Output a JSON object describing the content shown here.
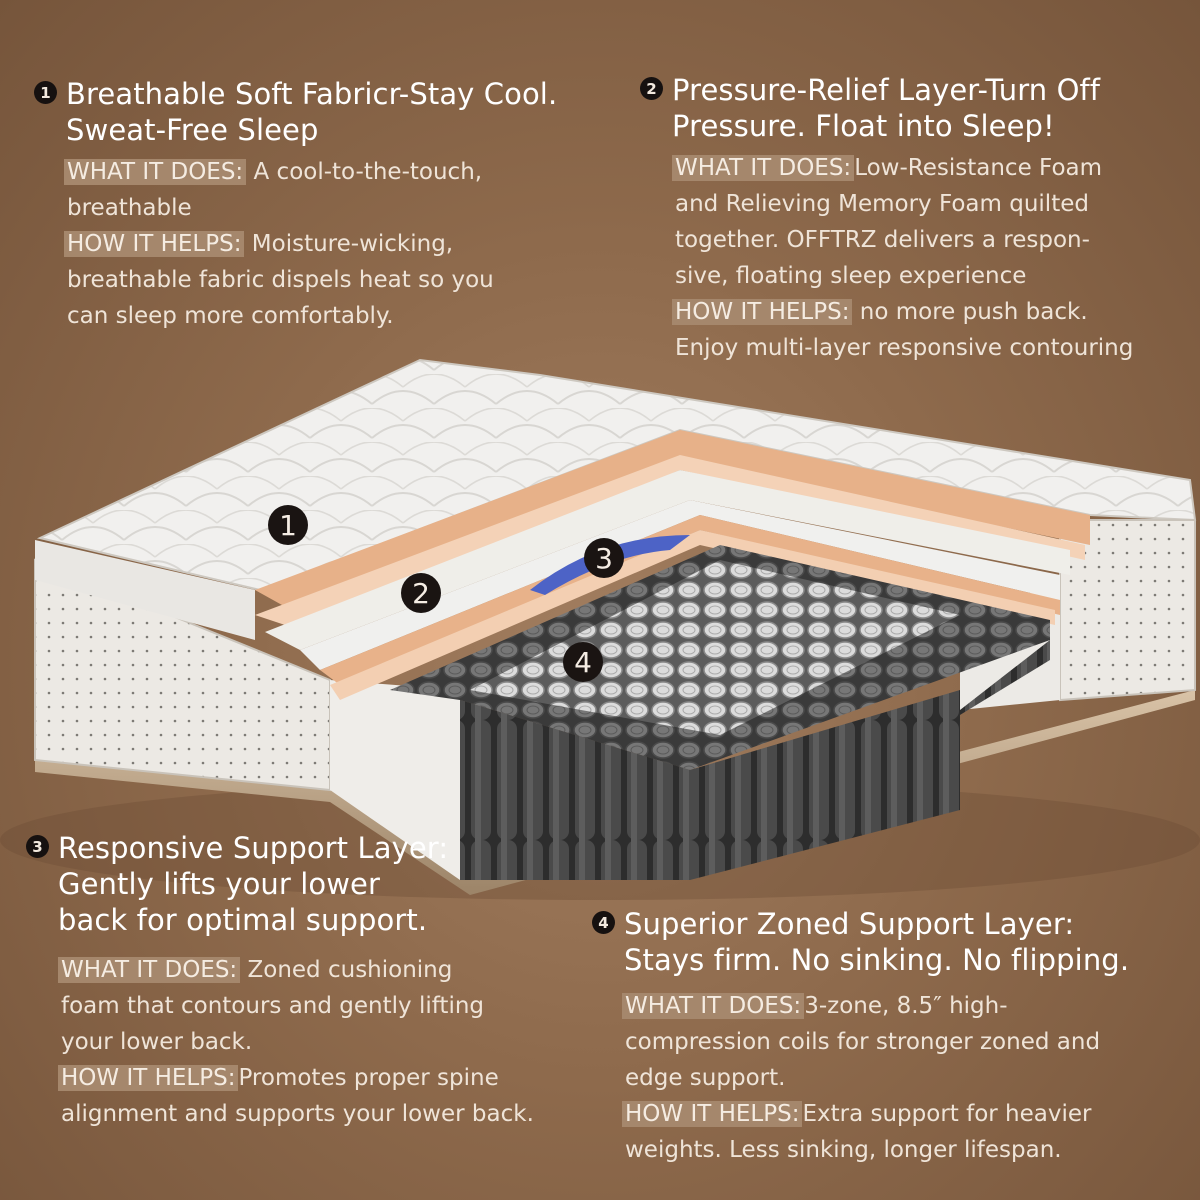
{
  "sections": [
    {
      "number": "1",
      "title_lines": [
        "Breathable Soft Fabricr-Stay Cool.",
        "Sweat-Free Sleep"
      ],
      "what_label": "WHAT IT DOES:",
      "what_lines": [
        " A cool-to-the-touch,",
        "breathable"
      ],
      "how_label": "HOW IT HELPS:",
      "how_lines": [
        " Moisture-wicking,",
        "breathable fabric dispels heat so you",
        "can sleep more comfortably."
      ]
    },
    {
      "number": "2",
      "title_lines": [
        "Pressure-Relief Layer-Turn Off",
        "Pressure. Float into Sleep!"
      ],
      "what_label": "WHAT IT DOES:",
      "what_lines": "Low-Resistance Foam|and Relieving Memory Foam quilted|together. OFFTRZ delivers a respon-|sive, floating sleep experience",
      "how_label": "HOW IT HELPS:",
      "how_lines": [
        " no more push back.",
        "Enjoy multi-layer responsive contouring"
      ]
    },
    {
      "number": "3",
      "title_lines": [
        "Responsive Support Layer:",
        "Gently lifts your lower",
        "back for optimal support."
      ],
      "what_label": "WHAT IT DOES:",
      "what_lines": [
        " Zoned cushioning",
        "foam that contours and gently lifting",
        "your lower back."
      ],
      "how_label": "HOW IT HELPS:",
      "how_lines": [
        "Promotes proper spine",
        "alignment and supports your lower back."
      ]
    },
    {
      "number": "4",
      "title_lines": [
        "Superior Zoned Support Layer:",
        "Stays firm. No sinking. No flipping."
      ],
      "what_label": "WHAT IT DOES:",
      "what_lines": [
        "3-zone, 8.5″ high-",
        "compression coils for stronger zoned and",
        "edge support."
      ],
      "how_label": "HOW IT HELPS:",
      "how_lines": [
        "Extra support for heavier",
        "weights. Less sinking, longer lifespan."
      ]
    }
  ],
  "markers": [
    "1",
    "2",
    "3",
    "4"
  ],
  "colors": {
    "background": "#8e6a4c",
    "badge": "#161110",
    "label_highlight": "#a5876c",
    "foam": "#e9b58c",
    "quilt": "#eeeeec",
    "coil_dark": "#3b3b3b",
    "coil_light": "#e6e6e6",
    "support_blue": "#5266c9"
  }
}
